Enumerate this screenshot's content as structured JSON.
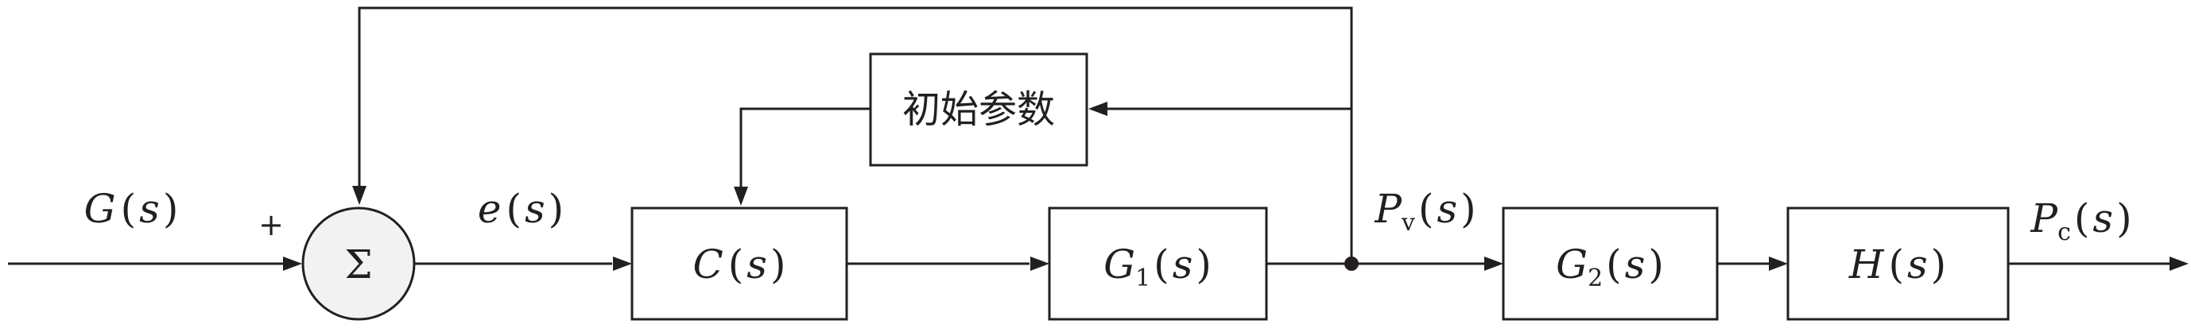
{
  "input_signal": {
    "name": "G",
    "arg": "s"
  },
  "sum_junction": {
    "symbol": "Σ",
    "plus_sign": "+"
  },
  "error_signal": {
    "name": "e",
    "arg": "s"
  },
  "blocks": {
    "init_params": {
      "text": "初始参数"
    },
    "controller": {
      "name": "C",
      "sub": "",
      "arg": "s"
    },
    "g1": {
      "name": "G",
      "sub": "1",
      "arg": "s"
    },
    "g2": {
      "name": "G",
      "sub": "2",
      "arg": "s"
    },
    "h": {
      "name": "H",
      "sub": "",
      "arg": "s"
    }
  },
  "signals": {
    "pv": {
      "name": "P",
      "sub": "v",
      "arg": "s"
    },
    "pc": {
      "name": "P",
      "sub": "c",
      "arg": "s"
    }
  },
  "paren_open": "(",
  "paren_close": ")"
}
